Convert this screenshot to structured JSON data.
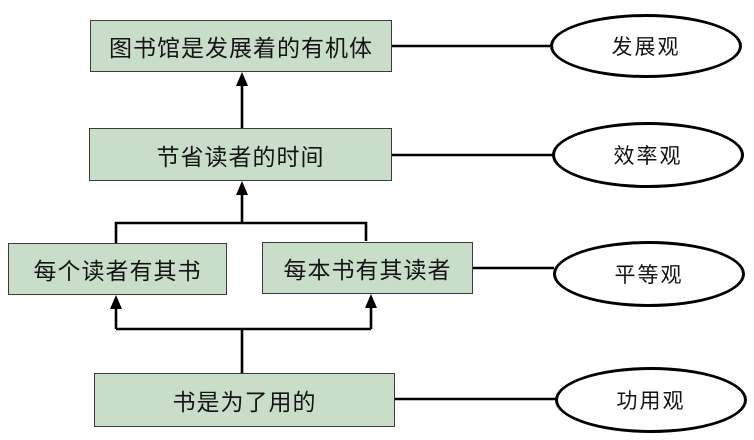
{
  "diagram": {
    "boxes": [
      {
        "label": "图书馆是发展着的有机体"
      },
      {
        "label": "节省读者的时间"
      },
      {
        "label": "每个读者有其书"
      },
      {
        "label": "每本书有其读者"
      },
      {
        "label": "书是为了用的"
      }
    ],
    "ellipses": [
      {
        "label": "发展观"
      },
      {
        "label": "效率观"
      },
      {
        "label": "平等观"
      },
      {
        "label": "功用观"
      }
    ],
    "connections": [
      {
        "from": "书是为了用的",
        "to": "每个读者有其书",
        "type": "arrow"
      },
      {
        "from": "书是为了用的",
        "to": "每本书有其读者",
        "type": "arrow"
      },
      {
        "from": "每个读者有其书",
        "to": "节省读者的时间",
        "type": "arrow"
      },
      {
        "from": "每本书有其读者",
        "to": "节省读者的时间",
        "type": "arrow"
      },
      {
        "from": "节省读者的时间",
        "to": "图书馆是发展着的有机体",
        "type": "arrow"
      },
      {
        "from": "图书馆是发展着的有机体",
        "to": "发展观",
        "type": "line"
      },
      {
        "from": "节省读者的时间",
        "to": "效率观",
        "type": "line"
      },
      {
        "from": "每本书有其读者",
        "to": "平等观",
        "type": "line"
      },
      {
        "from": "书是为了用的",
        "to": "功用观",
        "type": "line"
      }
    ],
    "colors": {
      "box_fill": "#c9dec9",
      "box_border": "#3b3b3b",
      "line": "#000000",
      "ellipse_fill": "#ffffff",
      "ellipse_border": "#000000",
      "background": "#ffffff"
    }
  }
}
